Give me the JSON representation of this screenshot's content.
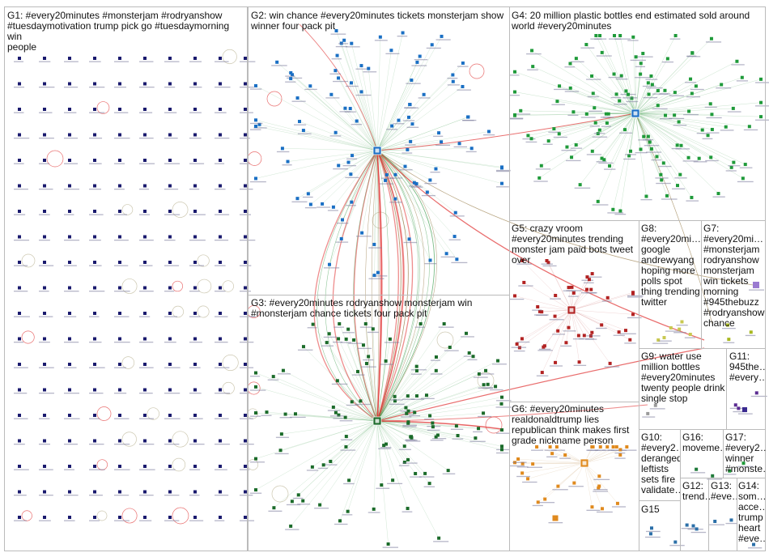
{
  "groups": [
    {
      "id": "G1",
      "label": "G1: #every20minutes #monsterjam #rodryanshow\n#tuesdaymotivation trump pick go #tuesdaymorning win\npeople",
      "color": "#1a1a6e"
    },
    {
      "id": "G2",
      "label": "G2: win chance #every20minutes tickets monsterjam show\nwinner four pack pit",
      "color": "#1a6fc4"
    },
    {
      "id": "G3",
      "label": "G3: #every20minutes rodryanshow monsterjam win\n#monsterjam chance tickets four pack pit",
      "color": "#1b6b2a"
    },
    {
      "id": "G4",
      "label": "G4: 20 million plastic bottles end estimated sold around\nworld #every20minutes",
      "color": "#1f9a3a"
    },
    {
      "id": "G5",
      "label": "G5: crazy vroom\n#every20minutes trending\nmonster jam paid bots tweet\nover",
      "color": "#b22222"
    },
    {
      "id": "G6",
      "label": "G6: #every20minutes\nrealdonaldtrump lies\nrepublican think makes first\ngrade nickname person",
      "color": "#e08a1e"
    },
    {
      "id": "G7",
      "label": "G7:\n#every20mi…\n#monsterjam\nrodryanshow\nmonsterjam\nwin tickets\nmorning\n#945thebuzz\n#rodryanshow\nchance",
      "color": "#a8b820"
    },
    {
      "id": "G8",
      "label": "G8:\n#every20mi…\ngoogle\nandrewyang\nhoping more\npolls spot\nthing trending\ntwitter",
      "color": "#c8c850"
    },
    {
      "id": "G9",
      "label": "G9: water use\nmillion bottles\n#every20minutes\ntwenty people drink\nsingle stop",
      "color": "#9a9a9a"
    },
    {
      "id": "G10",
      "label": "G10:\n#every2…\nderanged\nleftists\nsets fire\nvalidate…",
      "color": "#2b5fa8"
    },
    {
      "id": "G11",
      "label": "G11:\n945the…\n#every…",
      "color": "#5b2c91"
    },
    {
      "id": "G12",
      "label": "G12:\ntrend…",
      "color": "#2b6fa8"
    },
    {
      "id": "G13",
      "label": "G13:\n#eve…",
      "color": "#2b6fa8"
    },
    {
      "id": "G14",
      "label": "G14:\nsom…\nacce…\ntrump\nheart\n#eve…",
      "color": "#2b6fa8"
    },
    {
      "id": "G15",
      "label": "G15",
      "color": "#2b6fa8"
    },
    {
      "id": "G16",
      "label": "G16:\nmoveme…",
      "color": "#1f7a3a"
    },
    {
      "id": "G17",
      "label": "G17:\n#every2…\nwinner\n#monste…",
      "color": "#1f9a3a"
    }
  ],
  "colors": {
    "edge_green": "#3a9a4a",
    "edge_red": "#e03030",
    "edge_olive": "#8a6a30",
    "border": "#bbbbbb"
  }
}
